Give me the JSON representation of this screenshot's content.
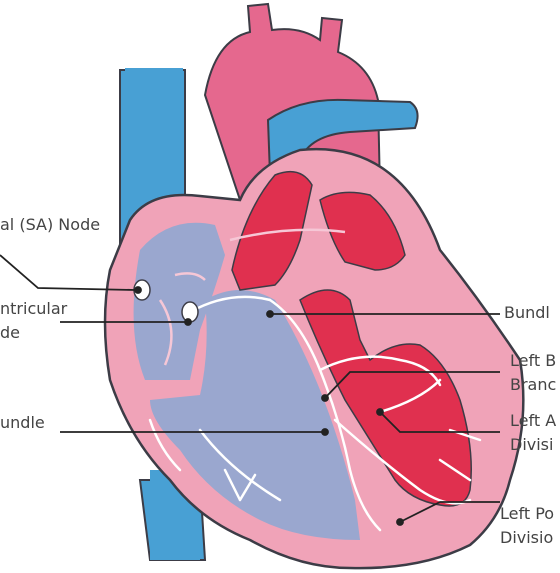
{
  "colors": {
    "vessel_blue": "#48a0d4",
    "aorta_pink": "#e5688e",
    "heart_muscle": "#f0a3b8",
    "chamber_red": "#e0304f",
    "atrium_blue": "#9aa7cf",
    "outline": "#3c3c46",
    "conduction": "#ffffff",
    "leader_line": "#222222"
  },
  "labels": {
    "sa_node": "al (SA) Node",
    "av_node_line1": "ntricular",
    "av_node_line2": "de",
    "bundle_his": "undle",
    "bundle_right": "Bundl",
    "left_bundle_line1": "Left B",
    "left_bundle_line2": "Branc",
    "left_anterior_line1": "Left A",
    "left_anterior_line2": "Divisi",
    "left_posterior_line1": "Left Po",
    "left_posterior_line2": "Divisio"
  }
}
